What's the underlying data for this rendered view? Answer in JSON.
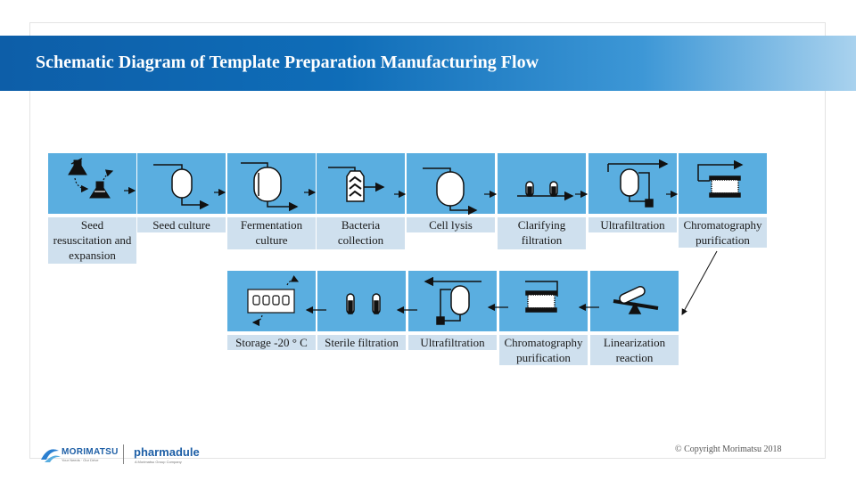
{
  "header": {
    "title": "Schematic Diagram of Template Preparation Manufacturing Flow"
  },
  "flow": {
    "row1": [
      "Seed\nresuscitation and\nexpansion",
      "Seed culture",
      "Fermentation\nculture",
      "Bacteria\ncollection",
      "Cell lysis",
      "Clarifying\nfiltration",
      "Ultrafiltration",
      "Chromatography\npurification"
    ],
    "row2": [
      "Linearization\nreaction",
      "Chromatography\npurification",
      "Ultrafiltration",
      "Sterile  filtration",
      "Storage -20 ° C"
    ]
  },
  "footer": {
    "copyright": "© Copyright Morimatsu 2018",
    "logo_morimatsu": "MORIMATSU",
    "logo_morimatsu_tagline": "Your Needs · Our Drive",
    "logo_pharmadule": "pharmadule",
    "logo_pharmadule_tagline": "A Morimatsu Group Company"
  },
  "icons": {
    "seed-resuscitation": "flask-pair-icon",
    "seed-culture": "fermenter-vessel-icon",
    "fermentation-culture": "large-fermenter-icon",
    "bacteria-collection": "centrifuge-icon",
    "cell-lysis": "lysis-vessel-icon",
    "clarifying-filtration": "filter-cartridge-pair-icon",
    "ultrafiltration": "uf-vessel-pump-icon",
    "chromatography": "chromatography-column-icon",
    "linearization": "reaction-tilt-icon",
    "sterile-filtration": "filter-cartridge-pair-icon",
    "storage": "storage-freezer-icon"
  },
  "colors": {
    "step_fill": "#5aaee0",
    "label_fill": "#cfe0ee",
    "banner_start": "#0d5ea8",
    "banner_end": "#a9d2ee"
  }
}
